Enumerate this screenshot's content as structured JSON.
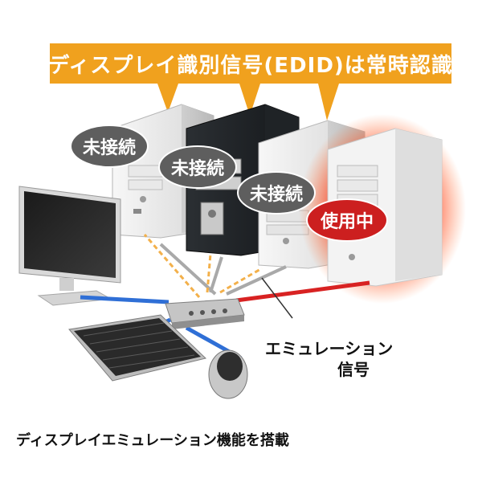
{
  "banner": {
    "text": "ディスプレイ識別信号(EDID)は常時認識"
  },
  "status_bubbles": [
    {
      "text": "未接続"
    },
    {
      "text": "未接続"
    },
    {
      "text": "未接続"
    },
    {
      "text": "使用中"
    }
  ],
  "emulation_label": {
    "line1": "エミュレーション",
    "line2": "信号"
  },
  "caption": {
    "text": "ディスプレイエミュレーション機能を搭載"
  },
  "colors": {
    "banner_orange": "#f0a11e",
    "bubble_gray": "#5e5e5e",
    "bubble_red": "#cc1f1f",
    "active_glow": "#ff4a2a",
    "cable_blue": "#2f6fd6",
    "cable_red": "#d82222",
    "cable_gray": "#a9a9a9",
    "edid_arrow": "#f3b04a"
  }
}
